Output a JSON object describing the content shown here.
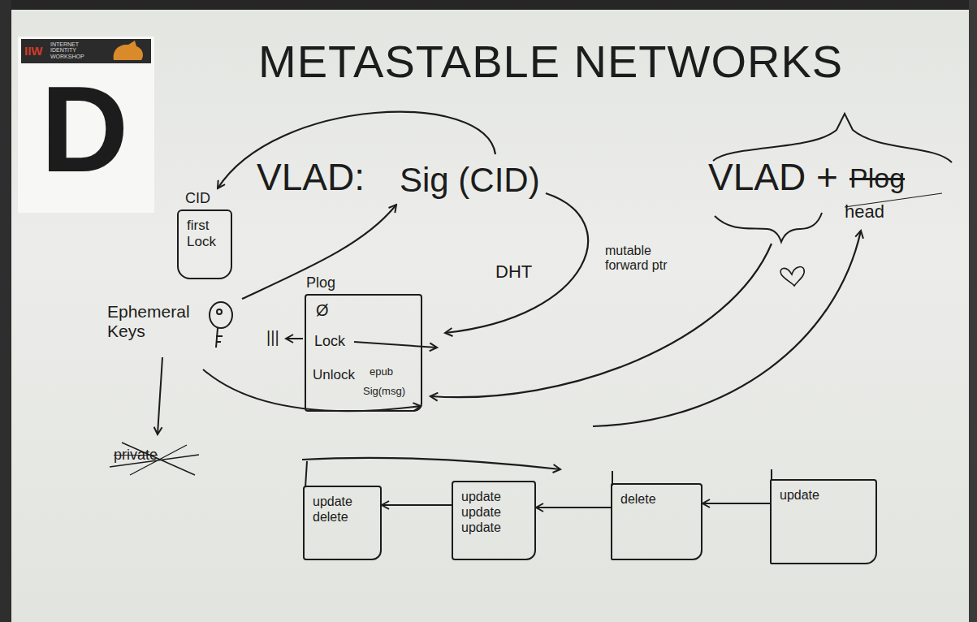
{
  "diagram": {
    "title": "METASTABLE NETWORKS",
    "nodes": [
      {
        "text": [
          "CID",
          "first Lock"
        ]
      },
      {
        "text": [
          "Plog",
          "Ø",
          "Lock",
          "Unlock",
          "epub",
          "Sig(msg)"
        ]
      },
      {
        "text": [
          "update delete"
        ]
      },
      {
        "text": [
          "update update update"
        ]
      },
      {
        "text": [
          "delete"
        ]
      },
      {
        "text": [
          "update"
        ]
      }
    ],
    "edges": [
      {
        "from": 5,
        "to": 4,
        "arrow": "to"
      },
      {
        "from": 4,
        "to": 3,
        "arrow": "to"
      },
      {
        "from": 3,
        "to": 2,
        "arrow": "to"
      }
    ],
    "labels": [
      "D",
      "IIW",
      "INTERNET IDENTITY WORKSHOP",
      "VLAD:",
      "Sig (CID)",
      "Ephemeral Keys",
      "|||",
      "DHT",
      "mutable forward ptr",
      "VLAD +",
      "Plog",
      "head",
      "private"
    ]
  }
}
